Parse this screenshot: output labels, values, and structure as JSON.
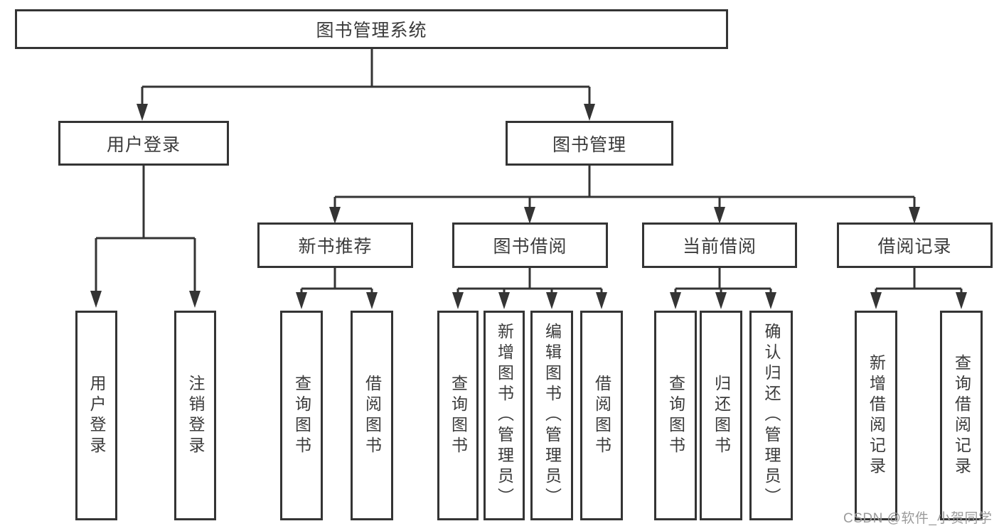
{
  "diagram": {
    "type": "tree-structure-diagram",
    "colors": {
      "line": "#343434",
      "box_border": "#343434",
      "text": "#3b3b3b",
      "background": "#ffffff",
      "watermark_text": "#9b9b9b"
    },
    "nodes": {
      "root": {
        "label": "图书管理系统"
      },
      "level2": [
        {
          "label": "用户登录"
        },
        {
          "label": "图书管理"
        }
      ],
      "level3": [
        {
          "label": "新书推荐"
        },
        {
          "label": "图书借阅"
        },
        {
          "label": "当前借阅"
        },
        {
          "label": "借阅记录"
        }
      ],
      "level4": [
        {
          "label": "用户登录"
        },
        {
          "label": "注销登录"
        },
        {
          "label": "查询图书"
        },
        {
          "label": "借阅图书"
        },
        {
          "label": "查询图书"
        },
        {
          "label": "新增图书（管理员）"
        },
        {
          "label": "编辑图书（管理员）"
        },
        {
          "label": "借阅图书"
        },
        {
          "label": "查询图书"
        },
        {
          "label": "归还图书"
        },
        {
          "label": "确认归还（管理员）"
        },
        {
          "label": "新增借阅记录"
        },
        {
          "label": "查询借阅记录"
        }
      ]
    },
    "watermark": "CSDN @软件_小贺同学"
  }
}
